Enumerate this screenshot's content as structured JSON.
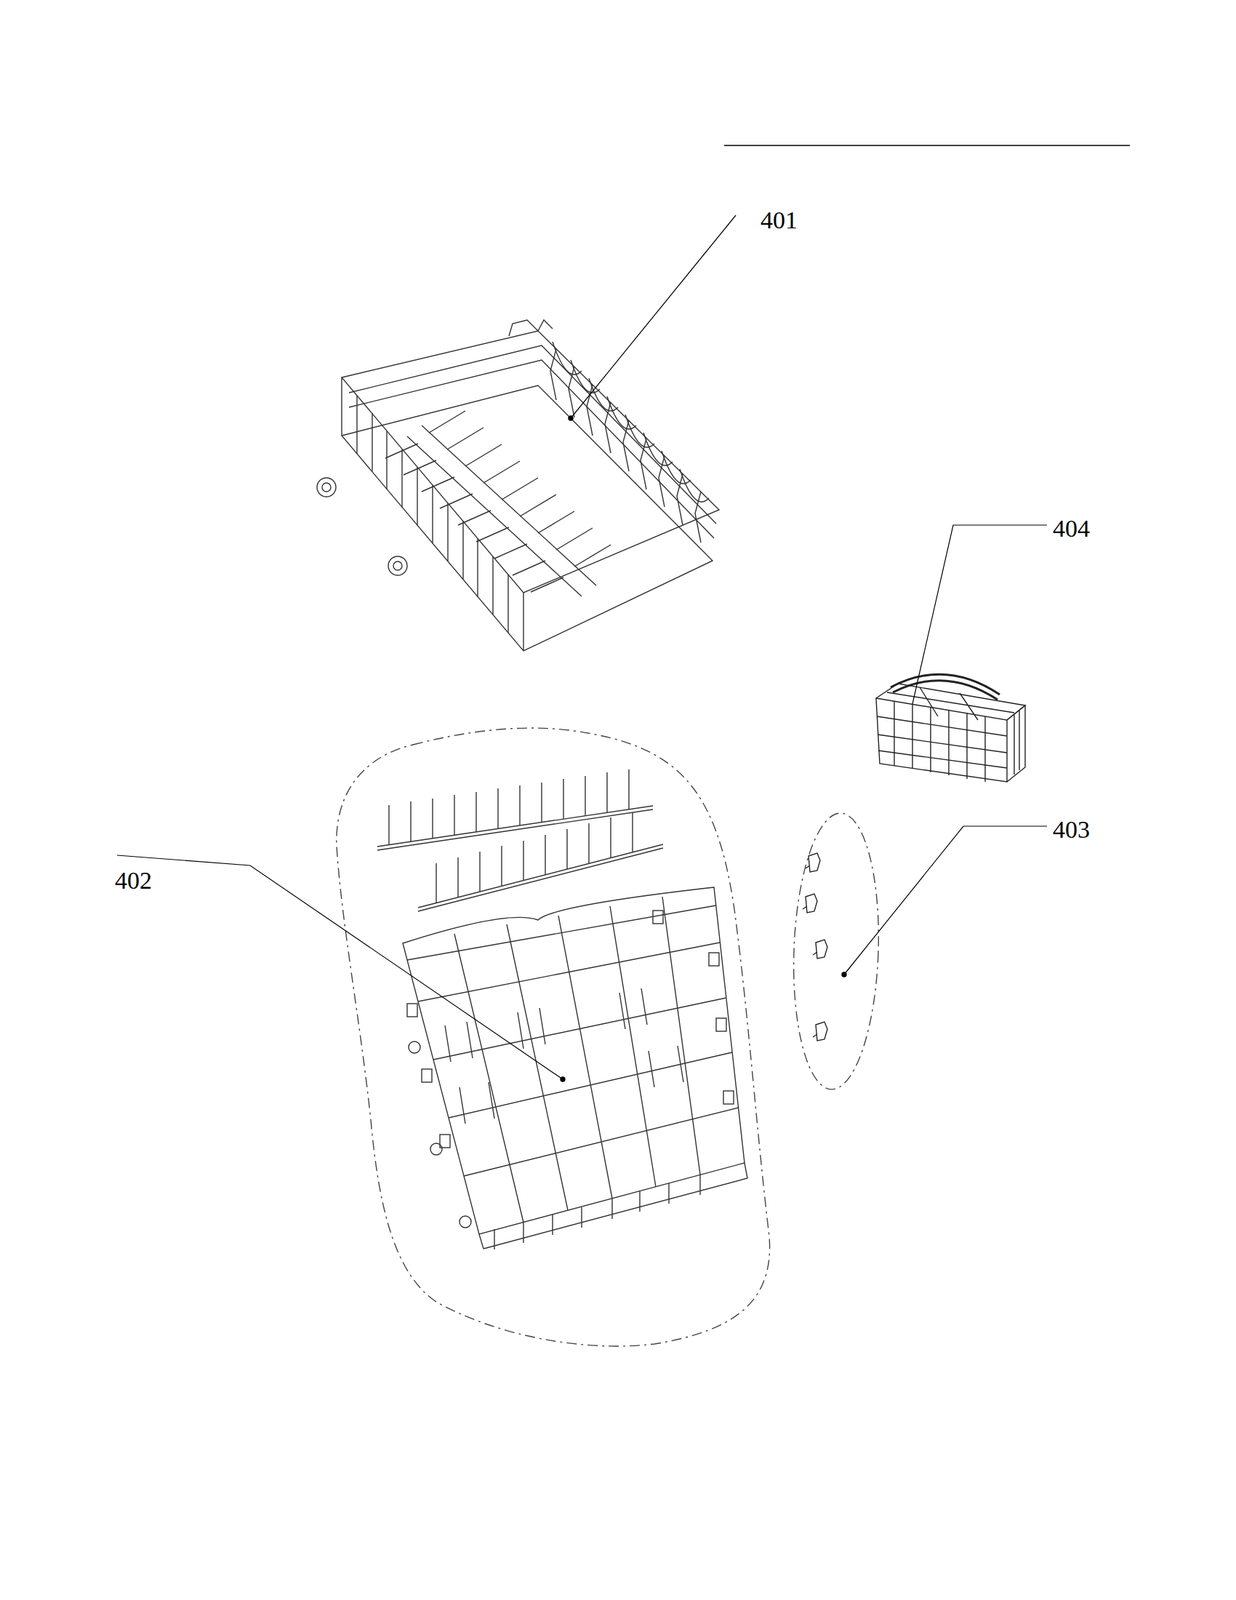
{
  "diagram": {
    "labels": [
      "401",
      "404",
      "402",
      "403"
    ]
  }
}
